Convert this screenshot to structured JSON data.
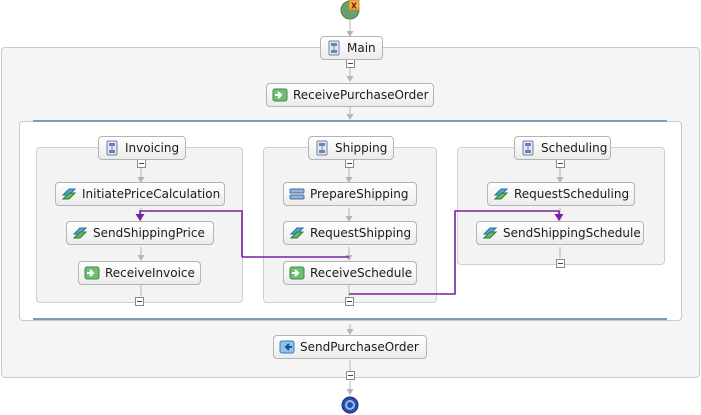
{
  "diagram": {
    "main_label": "Main",
    "receive_po": "ReceivePurchaseOrder",
    "send_po": "SendPurchaseOrder",
    "invoicing": {
      "title": "Invoicing",
      "items": [
        "InitiatePriceCalculation",
        "SendShippingPrice",
        "ReceiveInvoice"
      ]
    },
    "shipping": {
      "title": "Shipping",
      "items": [
        "PrepareShipping",
        "RequestShipping",
        "ReceiveSchedule"
      ]
    },
    "scheduling": {
      "title": "Scheduling",
      "items": [
        "RequestScheduling",
        "SendShippingSchedule"
      ]
    },
    "start_badge": "X",
    "colors": {
      "link": "#7a1fa2",
      "flow_line": "#b5b5b5",
      "separator": "#7f9db9",
      "start_node": "#6aa06a",
      "end_node": "#2a4fb0"
    },
    "icons": {
      "sequence": "sequence-icon",
      "receive": "receive-icon",
      "invoke": "invoke-icon",
      "assign": "assign-icon",
      "reply": "reply-icon"
    }
  }
}
